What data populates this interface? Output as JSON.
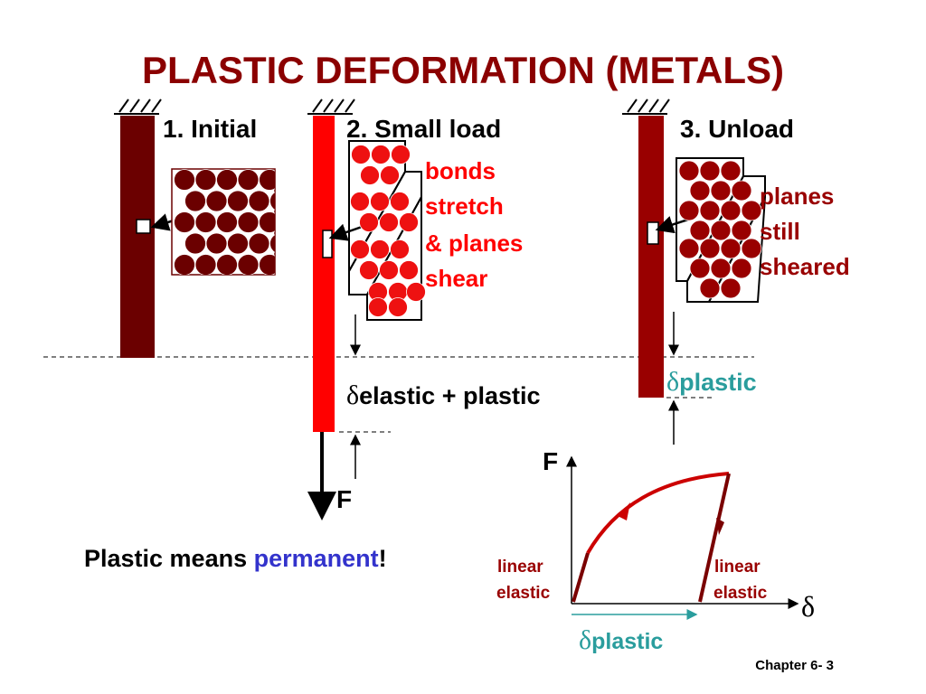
{
  "slide": {
    "title": "PLASTIC DEFORMATION (METALS)",
    "footer": "Chapter 6- 3"
  },
  "stages": [
    {
      "label": "1. Initial",
      "bar_color": "#6b0000"
    },
    {
      "label": "2. Small load",
      "bar_color": "#ff0000",
      "annotation": [
        "bonds",
        "stretch",
        "& planes",
        "shear"
      ],
      "delta_symbol": "δ",
      "delta_text": "elastic + plastic",
      "force_label": "F"
    },
    {
      "label": "3. Unload",
      "bar_color": "#990000",
      "annotation": [
        "planes",
        "still",
        "sheared"
      ],
      "delta_symbol": "δ",
      "delta_text": "plastic"
    }
  ],
  "statement": {
    "prefix": "Plastic means ",
    "emphasis": "permanent",
    "suffix": "!"
  },
  "graph": {
    "y_axis_label": "F",
    "x_axis_label": "δ",
    "left_annotation": [
      "linear",
      "elastic"
    ],
    "right_annotation": [
      "linear",
      "elastic"
    ],
    "plastic_symbol": "δ",
    "plastic_text": "plastic"
  },
  "colors": {
    "title": "#8b0000",
    "dark_red": "#6b0000",
    "medium_red": "#990000",
    "bright_red": "#ff0000",
    "loaded_atom": "#ee1111",
    "teal": "#2a9d9d",
    "blue": "#3333cc",
    "curve": "#cc0000"
  }
}
